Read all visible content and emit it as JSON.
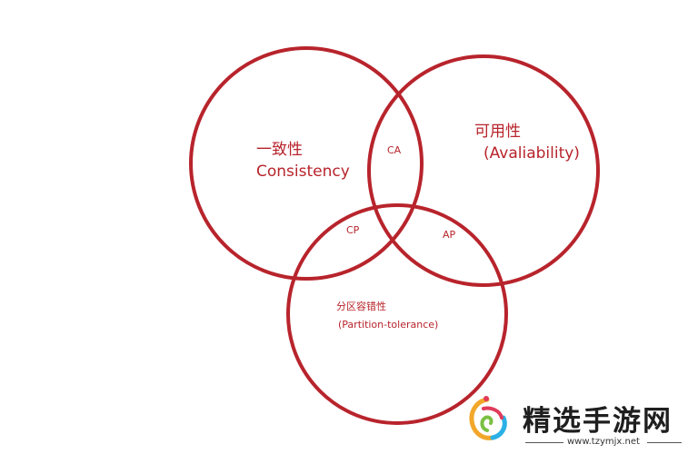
{
  "diagram": {
    "accent_color": "#b8242c",
    "circles": {
      "consistency": {
        "label_zh": "一致性",
        "label_en": "Consistency"
      },
      "availability": {
        "label_zh": "可用性",
        "label_en": "(Avaliability)"
      },
      "partition": {
        "label_zh": "分区容错性",
        "label_en": "(Partition-tolerance)"
      }
    },
    "intersections": {
      "ca": "CA",
      "cp": "CP",
      "ap": "AP"
    }
  },
  "watermark": {
    "logo_icon": "colorful-leaf-swirl-logo",
    "site_name": "精选手游网",
    "url": "www.tzymjx.net"
  }
}
